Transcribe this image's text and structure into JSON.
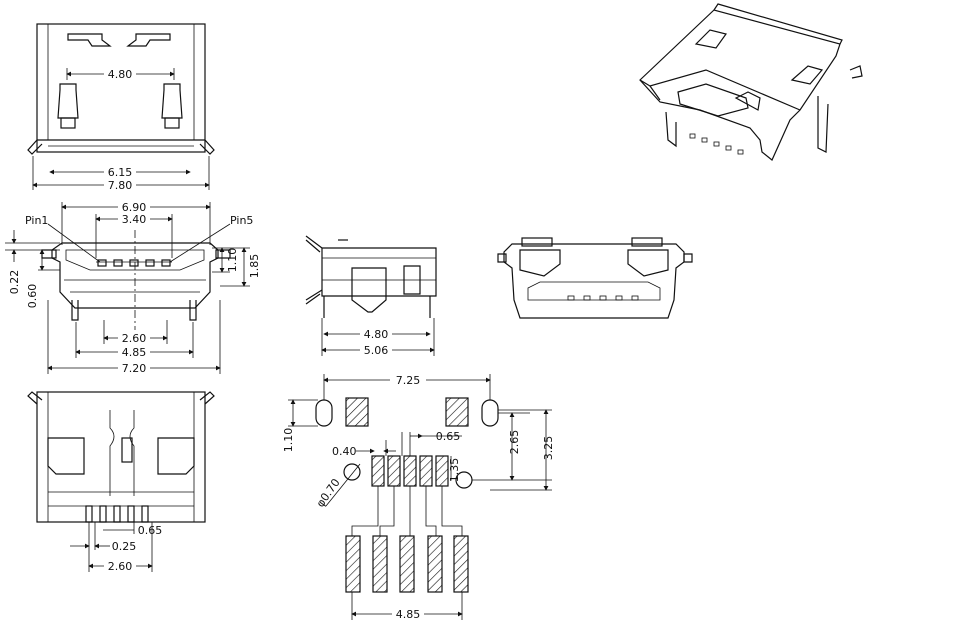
{
  "dims": {
    "top_pitch": "4.80",
    "top_inner": "6.15",
    "top_outer": "7.80",
    "front_outer": "6.90",
    "front_pins": "3.40",
    "pin1": "Pin1",
    "pin5": "Pin5",
    "front_h1": "0.22",
    "front_h2": "0.60",
    "front_h3": "1.10",
    "front_h4": "1.85",
    "front_b1": "2.60",
    "front_b2": "4.85",
    "front_b3": "7.20",
    "side_b1": "4.80",
    "side_b2": "5.06",
    "bottom_w1": "0.25",
    "bottom_w2": "0.65",
    "bottom_w3": "2.60",
    "pcb_width": "7.25",
    "pcb_h1": "1.10",
    "pcb_pad": "0.40",
    "pcb_pitch": "0.65",
    "pcb_hole": "φ0.70",
    "pcb_off": "1.35",
    "pcb_v1": "2.65",
    "pcb_v2": "3.25",
    "pcb_bottom": "4.85"
  }
}
